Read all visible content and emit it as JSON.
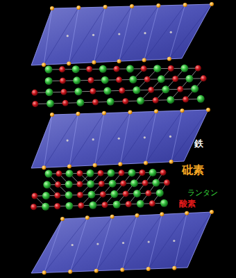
{
  "diagram": {
    "labels": [
      "鉄",
      "砒素",
      "ランタン",
      "酸素"
    ]
  }
}
